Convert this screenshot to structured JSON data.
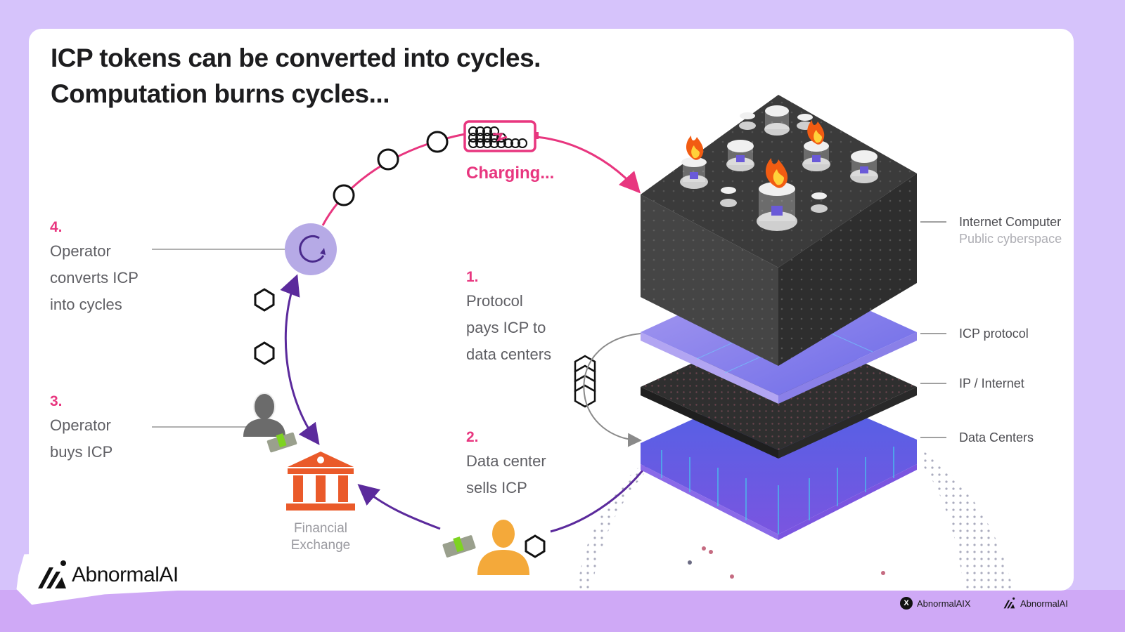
{
  "title": {
    "line1": "ICP tokens can be converted into cycles.",
    "line2": "Computation burns cycles..."
  },
  "charging_label": "Charging...",
  "steps": [
    {
      "number": "1.",
      "text": "Protocol\npays ICP to\ndata centers"
    },
    {
      "number": "2.",
      "text": "Data center\nsells ICP"
    },
    {
      "number": "3.",
      "text": "Operator\nbuys ICP"
    },
    {
      "number": "4.",
      "text": "Operator\nconverts ICP\ninto cycles"
    }
  ],
  "financial_exchange_label": "Financial\nExchange",
  "layers": {
    "internet_computer": {
      "title": "Internet Computer",
      "subtitle": "Public cyberspace"
    },
    "icp_protocol": "ICP protocol",
    "ip_internet": "IP / Internet",
    "data_centers": "Data Centers"
  },
  "branding": {
    "logo_text": "AbnormalAI",
    "footer_x_handle": "AbnormalAIX",
    "footer_logo_text": "AbnormalAI"
  },
  "colors": {
    "accent_pink": "#e8367f",
    "accent_purple": "#5b2a9c",
    "bank_orange": "#ea5a2a",
    "person_orange": "#f4a93a",
    "background": "#d6c3fb"
  }
}
